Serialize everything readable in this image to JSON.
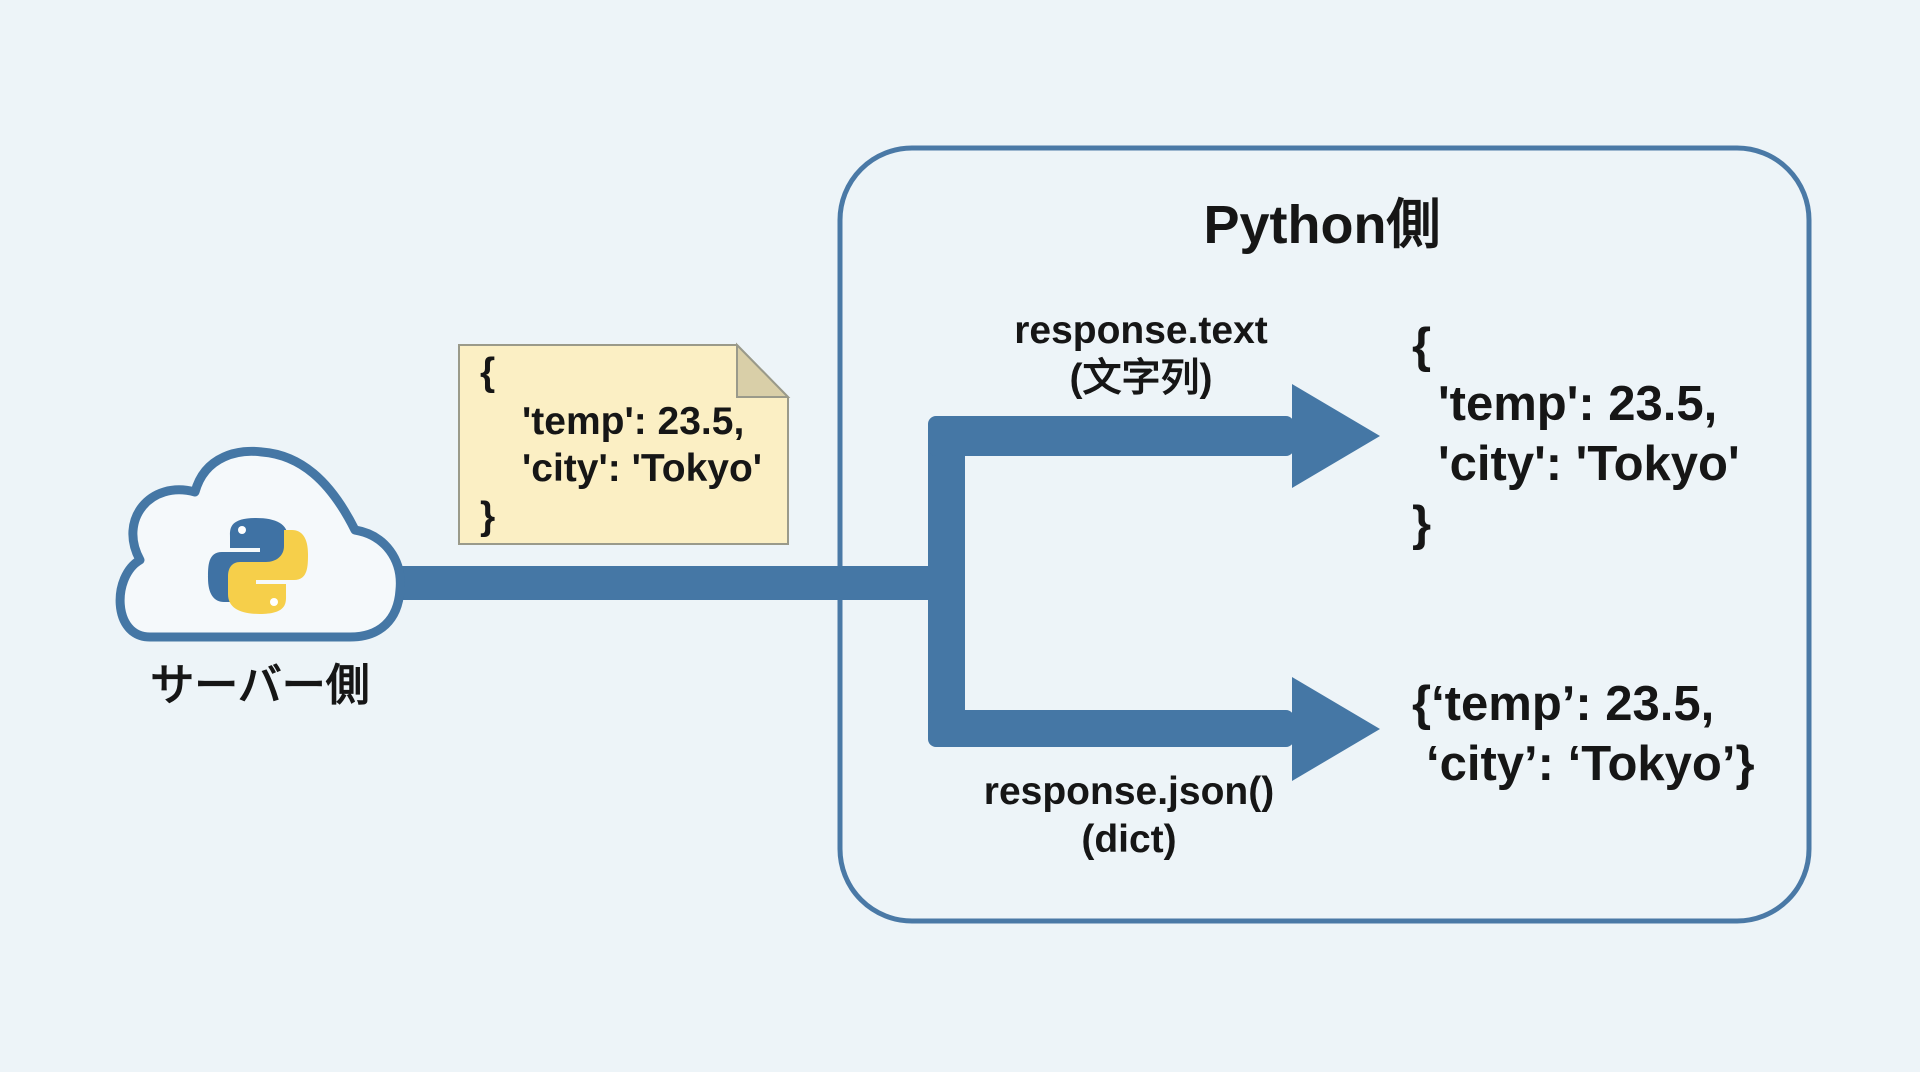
{
  "colors": {
    "background": "#edf4f8",
    "flow": "#4577a5",
    "box_border": "#4a79a6",
    "note_fill": "#fbefc4",
    "python_blue": "#3f72a4",
    "python_yellow": "#f6cf4a"
  },
  "server": {
    "label": "サーバー側",
    "icon": "cloud-python-icon"
  },
  "note": {
    "lines": [
      "{",
      "'temp': 23.5,",
      "'city': 'Tokyo'",
      "}"
    ]
  },
  "python_side": {
    "title": "Python側",
    "text_branch": {
      "label": "response.text",
      "sublabel": "(文字列)",
      "result_lines": [
        "{",
        "'temp': 23.5,",
        "'city': 'Tokyo'",
        "}"
      ]
    },
    "json_branch": {
      "label": "response.json()",
      "sublabel": "(dict)",
      "result_lines": [
        "{‘temp’: 23.5,",
        "‘city’: ‘Tokyo’}"
      ]
    }
  }
}
